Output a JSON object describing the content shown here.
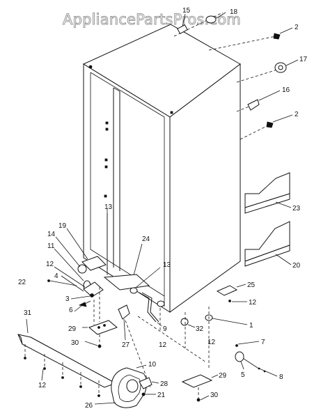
{
  "watermark": "AppliancePartsPros.com",
  "callouts": [
    "15",
    "18",
    "2",
    "17",
    "16",
    "2",
    "23",
    "20",
    "25",
    "12",
    "1",
    "7",
    "8",
    "5",
    "29",
    "30",
    "32",
    "12",
    "12",
    "9",
    "27",
    "29",
    "30",
    "12",
    "31",
    "26",
    "21",
    "28",
    "10",
    "13",
    "13",
    "24",
    "19",
    "14",
    "11",
    "12",
    "4",
    "22",
    "3",
    "6"
  ],
  "colors": {
    "ink": "#111111",
    "paper": "#ffffff",
    "watermark_outline": "#9a9a9a"
  }
}
